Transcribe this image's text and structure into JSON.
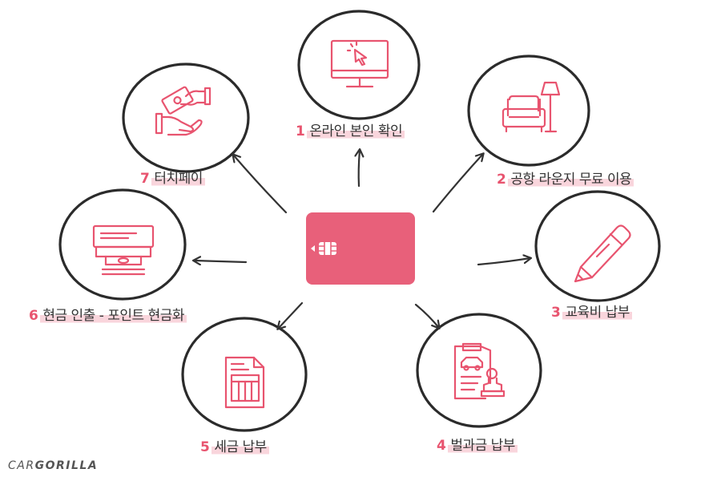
{
  "center": {
    "icon": "credit-card-chip-icon"
  },
  "nodes": [
    {
      "num": "1",
      "label": "온라인 본인 확인",
      "icon": "monitor-click-icon"
    },
    {
      "num": "2",
      "label": "공항 라운지 무료 이용",
      "icon": "sofa-lamp-icon"
    },
    {
      "num": "3",
      "label": "교육비 납부",
      "icon": "pencil-icon"
    },
    {
      "num": "4",
      "label": "벌과금 납부",
      "icon": "document-stamp-car-icon"
    },
    {
      "num": "5",
      "label": "세금 납부",
      "icon": "tax-document-icon"
    },
    {
      "num": "6",
      "label": "현금 인출 - 포인트 현금화",
      "icon": "atm-cash-icon"
    },
    {
      "num": "7",
      "label": "터치페이",
      "icon": "hand-payment-icon"
    }
  ],
  "brand": {
    "part1": "CAR",
    "part2": "GORILLA"
  },
  "colors": {
    "accent": "#e8546f",
    "card": "#e8607a",
    "highlight": "#f9d5dc",
    "stroke": "#333333"
  }
}
